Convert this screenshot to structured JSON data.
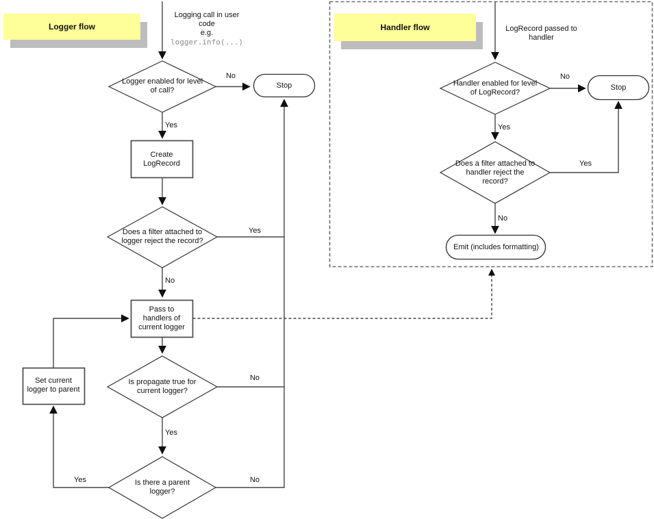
{
  "colors": {
    "label_bg": "#FFFF99",
    "label_shadow": "#BDBDBD",
    "line": "#454545",
    "code_text": "#8A8A8A"
  },
  "logger_flow": {
    "title": "Logger flow",
    "entry": {
      "line1": "Logging call in user code",
      "line2": "e.g.",
      "code": "logger.info(...)"
    },
    "nodes": {
      "level_check": "Logger enabled for level of call?",
      "stop": "Stop",
      "create_logrecord": "Create LogRecord",
      "filter_check": "Does a filter attached to logger reject the record?",
      "pass_to_handlers": "Pass to handlers of current logger",
      "propagate_check": "Is propagate true for current logger?",
      "parent_check": "Is there a parent logger?",
      "set_current_logger": "Set current logger to parent"
    },
    "labels": {
      "level_no": "No",
      "level_yes": "Yes",
      "filter_yes": "Yes",
      "filter_no": "No",
      "propagate_no": "No",
      "propagate_yes": "Yes",
      "parent_no": "No",
      "parent_yes": "Yes"
    }
  },
  "handler_flow": {
    "title": "Handler flow",
    "entry": {
      "line1": "LogRecord passed to handler"
    },
    "nodes": {
      "level_check": "Handler enabled for level of LogRecord?",
      "stop": "Stop",
      "filter_check": "Does a filter attached to handler reject the record?",
      "emit": "Emit (includes formatting)"
    },
    "labels": {
      "level_no": "No",
      "level_yes": "Yes",
      "filter_yes": "Yes",
      "filter_no": "No"
    }
  }
}
